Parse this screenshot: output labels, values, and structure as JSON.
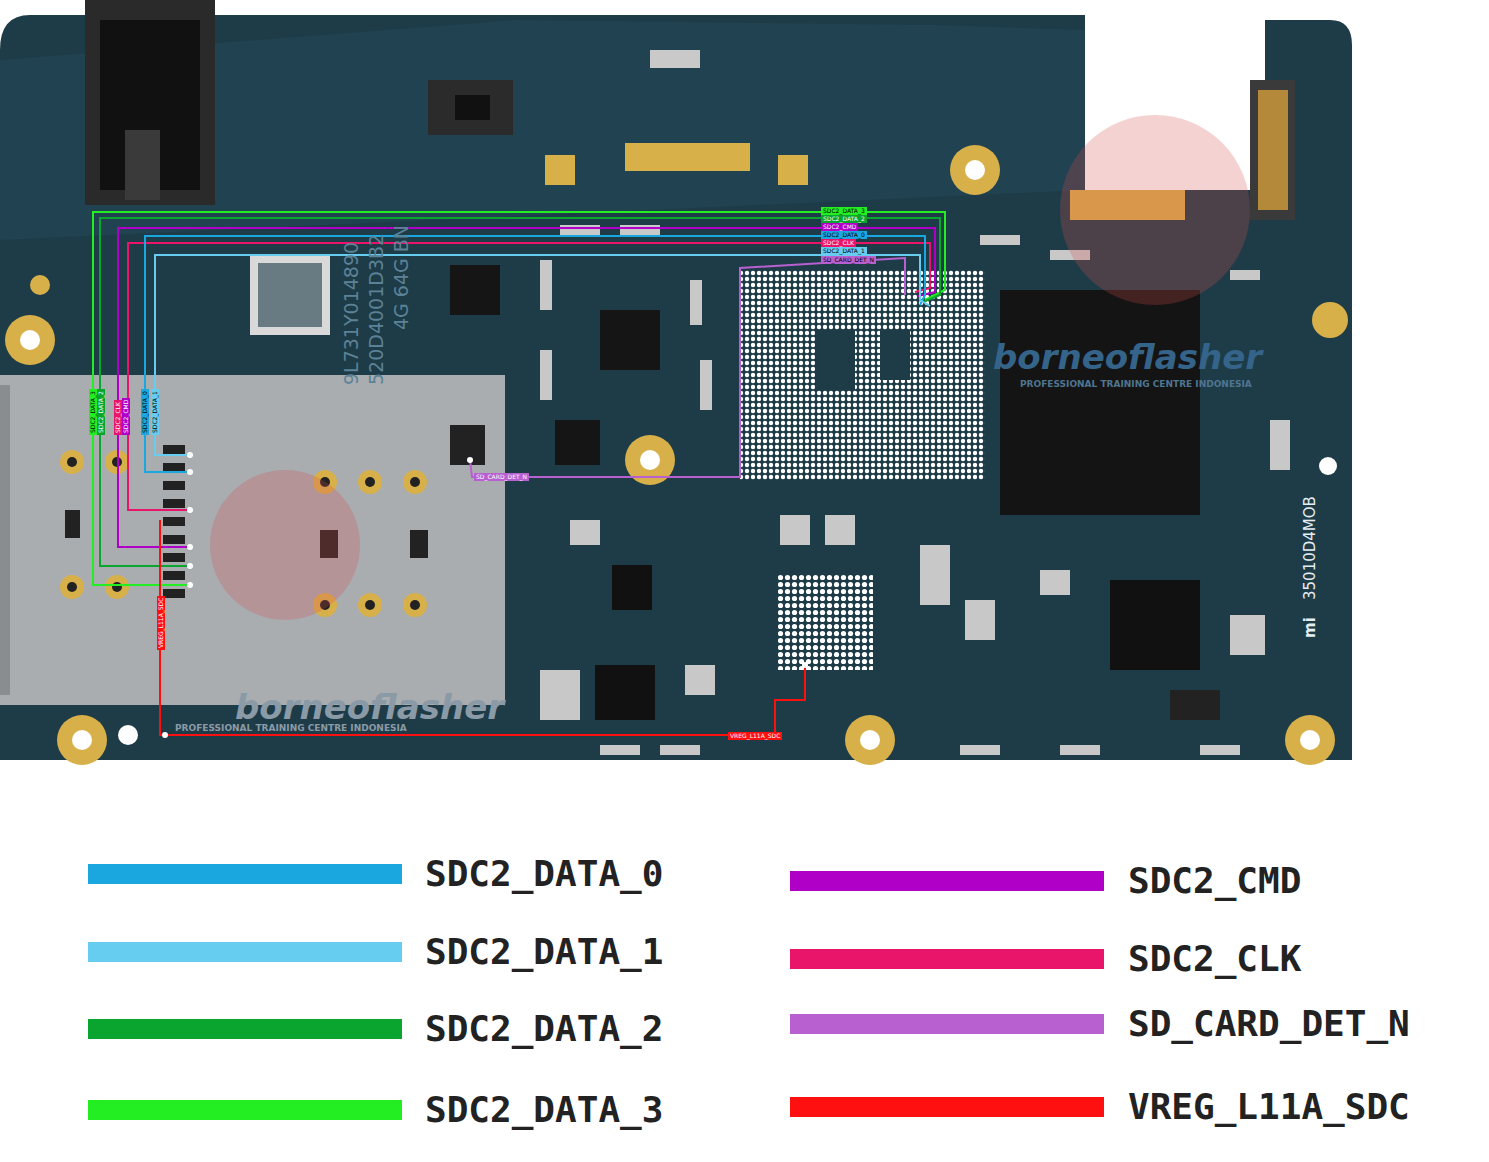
{
  "diagram": {
    "labels": [
      "9L731Y014890",
      "520D4001D3B2",
      "4G 64G BN",
      "borneoflasher",
      "PROFESSIONAL TRAINING CENTRE INDONESIA",
      "borneoflasher",
      "PROFESSIONAL TRAINING CENTRE INDONESIA",
      "35010D4MOB",
      "mi",
      "SDC2_DATA_3",
      "SDC2_DATA_2",
      "SDC2_CMD",
      "SDC2_DATA_0",
      "SDC2_CLK",
      "SDC2_DATA_1",
      "SD_CARD_DET_N",
      "SDC2_DATA_3",
      "SDC2_DATA_2",
      "SDC2_CLK",
      "SDC2_CMD",
      "SDC2_DATA_0",
      "SDC2_DATA_1",
      "SD_CARD_DET_N",
      "VREG_L11A_SDC",
      "VREG_L11A_SDC"
    ],
    "legend": [
      {
        "text": "SDC2_DATA_0",
        "color": "#1aa7e0"
      },
      {
        "text": "SDC2_DATA_1",
        "color": "#66ccf0"
      },
      {
        "text": "SDC2_DATA_2",
        "color": "#0aa52e"
      },
      {
        "text": "SDC2_DATA_3",
        "color": "#22ee22"
      },
      {
        "text": "SDC2_CMD",
        "color": "#b000c8"
      },
      {
        "text": "SDC2_CLK",
        "color": "#e8156b"
      },
      {
        "text": "SD_CARD_DET_N",
        "color": "#b860d0"
      },
      {
        "text": "VREG_L11A_SDC",
        "color": "#ff1010"
      }
    ]
  }
}
